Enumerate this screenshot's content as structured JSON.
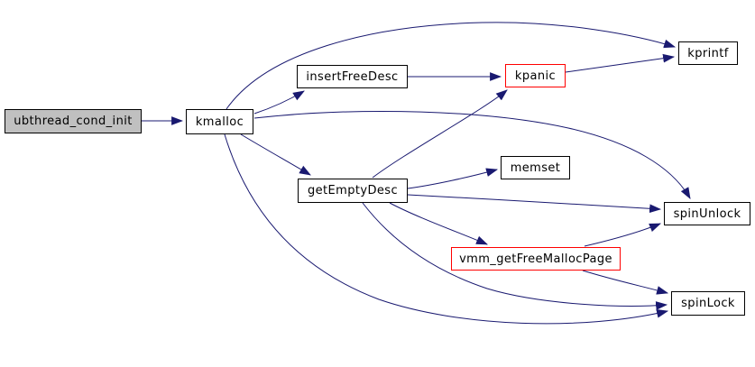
{
  "diagram": {
    "type": "call-graph",
    "root": "ubthread_cond_init",
    "nodes": [
      {
        "id": "ubthread_cond_init",
        "label": "ubthread_cond_init",
        "fill": "#c0c0c0",
        "border": "#000000"
      },
      {
        "id": "kmalloc",
        "label": "kmalloc",
        "fill": "#ffffff",
        "border": "#000000"
      },
      {
        "id": "insertFreeDesc",
        "label": "insertFreeDesc",
        "fill": "#ffffff",
        "border": "#000000"
      },
      {
        "id": "kpanic",
        "label": "kpanic",
        "fill": "#ffffff",
        "border": "#ff0000"
      },
      {
        "id": "kprintf",
        "label": "kprintf",
        "fill": "#ffffff",
        "border": "#000000"
      },
      {
        "id": "getEmptyDesc",
        "label": "getEmptyDesc",
        "fill": "#ffffff",
        "border": "#000000"
      },
      {
        "id": "memset",
        "label": "memset",
        "fill": "#ffffff",
        "border": "#000000"
      },
      {
        "id": "spinUnlock",
        "label": "spinUnlock",
        "fill": "#ffffff",
        "border": "#000000"
      },
      {
        "id": "vmm_getFreeMallocPage",
        "label": "vmm_getFreeMallocPage",
        "fill": "#ffffff",
        "border": "#ff0000"
      },
      {
        "id": "spinLock",
        "label": "spinLock",
        "fill": "#ffffff",
        "border": "#000000"
      }
    ],
    "edges": [
      {
        "from": "ubthread_cond_init",
        "to": "kmalloc"
      },
      {
        "from": "kmalloc",
        "to": "kprintf"
      },
      {
        "from": "kmalloc",
        "to": "insertFreeDesc"
      },
      {
        "from": "kmalloc",
        "to": "spinUnlock"
      },
      {
        "from": "kmalloc",
        "to": "getEmptyDesc"
      },
      {
        "from": "kmalloc",
        "to": "spinLock"
      },
      {
        "from": "insertFreeDesc",
        "to": "kpanic"
      },
      {
        "from": "kpanic",
        "to": "kprintf"
      },
      {
        "from": "getEmptyDesc",
        "to": "kpanic"
      },
      {
        "from": "getEmptyDesc",
        "to": "memset"
      },
      {
        "from": "getEmptyDesc",
        "to": "spinUnlock"
      },
      {
        "from": "getEmptyDesc",
        "to": "vmm_getFreeMallocPage"
      },
      {
        "from": "getEmptyDesc",
        "to": "spinLock"
      },
      {
        "from": "vmm_getFreeMallocPage",
        "to": "spinUnlock"
      },
      {
        "from": "vmm_getFreeMallocPage",
        "to": "spinLock"
      }
    ]
  },
  "colors": {
    "background": "#ffffff",
    "edge": "#191970",
    "node_border": "#000000",
    "node_fill": "#ffffff",
    "root_fill": "#c0c0c0",
    "highlight_border": "#ff0000",
    "text": "#000000"
  }
}
